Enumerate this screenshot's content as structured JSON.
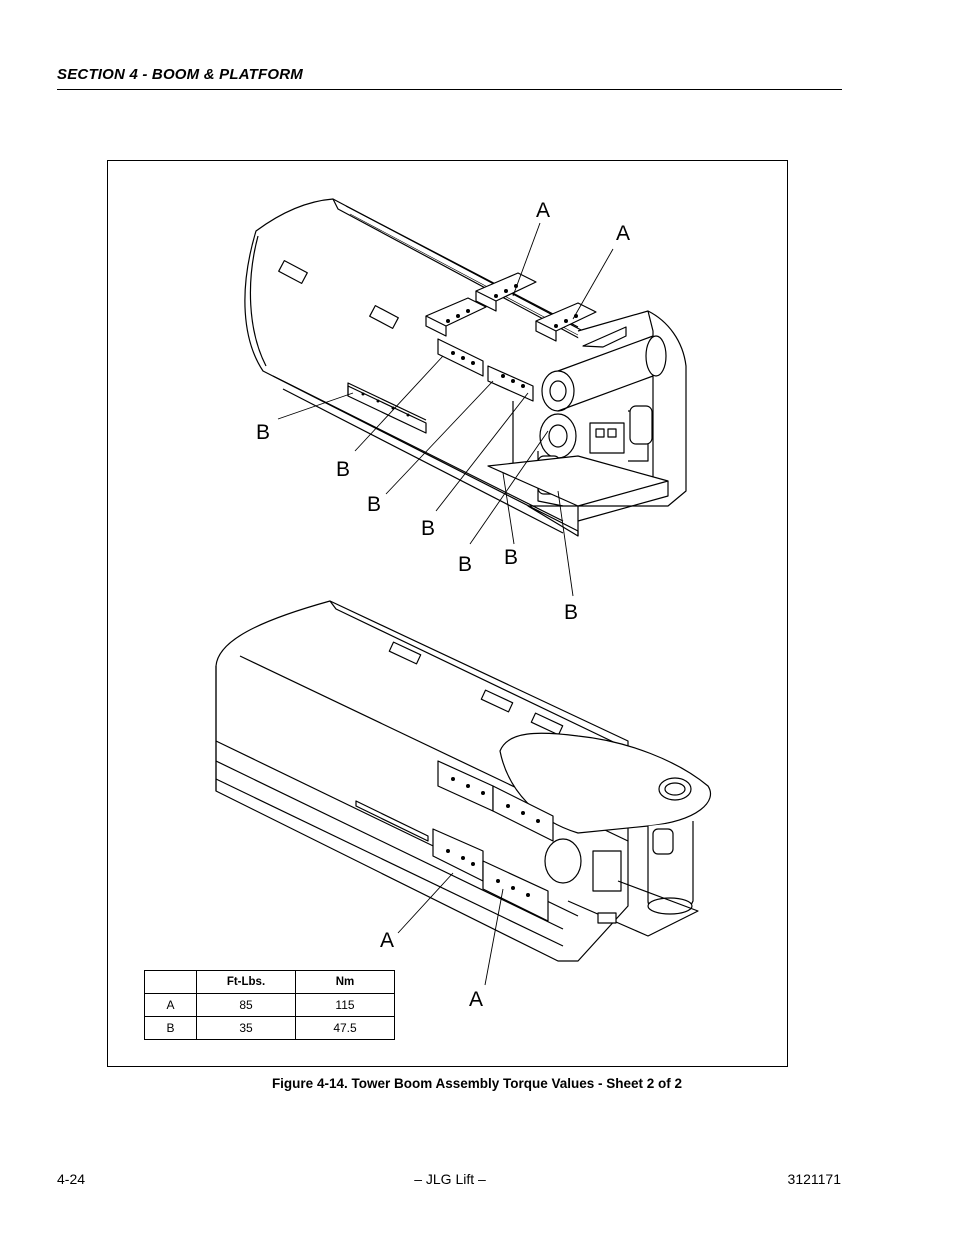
{
  "header": {
    "section_title": "SECTION 4 - BOOM & PLATFORM"
  },
  "figure": {
    "callouts": {
      "a1": "A",
      "a2": "A",
      "a3": "A",
      "a4": "A",
      "b1": "B",
      "b2": "B",
      "b3": "B",
      "b4": "B",
      "b5": "B",
      "b6": "B",
      "b7": "B"
    },
    "caption": "Figure 4-14.  Tower Boom Assembly Torque Values - Sheet 2 of 2"
  },
  "torque_table": {
    "headers": [
      "",
      "Ft-Lbs.",
      "Nm"
    ],
    "rows": [
      [
        "A",
        "85",
        "115"
      ],
      [
        "B",
        "35",
        "47.5"
      ]
    ]
  },
  "footer": {
    "page_number": "4-24",
    "center": "– JLG Lift –",
    "doc_number": "3121171"
  }
}
